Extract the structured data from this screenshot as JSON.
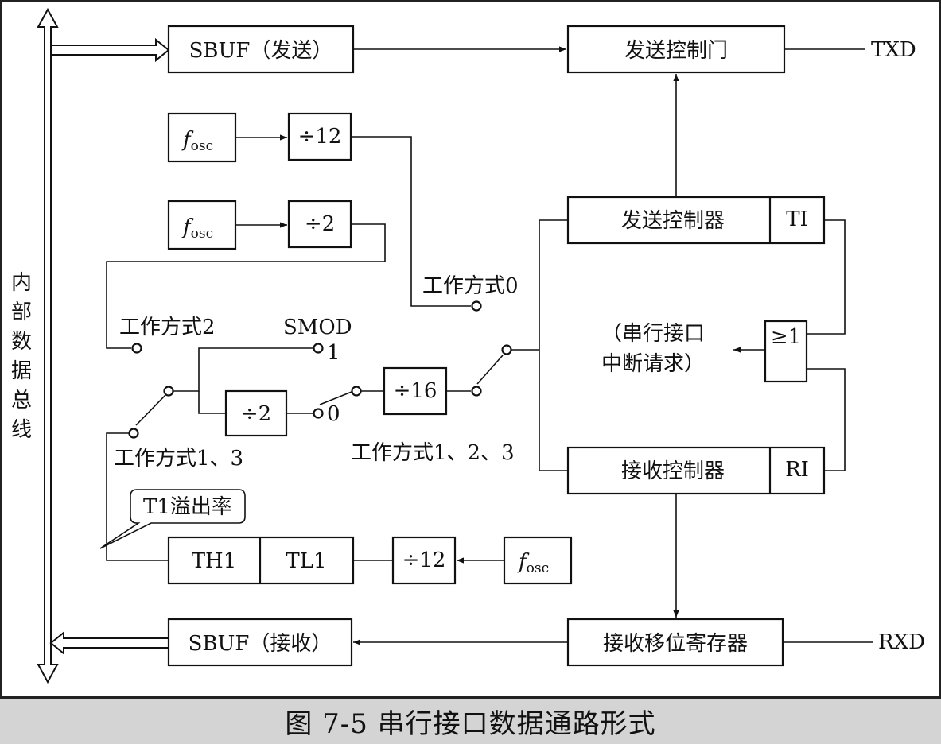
{
  "diagram": {
    "bus_label_chars": [
      "内",
      "部",
      "数",
      "据",
      "总",
      "线"
    ],
    "sbuf_tx": "SBUF（发送）",
    "tx_gate": "发送控制门",
    "txd": "TXD",
    "fosc_f": "f",
    "fosc_sub": "osc",
    "div12": "÷12",
    "div2": "÷2",
    "div16": "÷16",
    "tx_ctrl": "发送控制器",
    "ti": "TI",
    "rx_ctrl": "接收控制器",
    "ri": "RI",
    "mode0": "工作方式0",
    "mode2": "工作方式2",
    "smod": "SMOD",
    "smod_1": "1",
    "smod_0": "0",
    "mode13": "工作方式1、3",
    "mode123": "工作方式1、2、3",
    "or_gate": "≥1",
    "irq_line1": "（串行接口",
    "irq_line2": "中断请求）",
    "t1_overflow": "T1溢出率",
    "th1": "TH1",
    "tl1": "TL1",
    "sbuf_rx": "SBUF（接收）",
    "rx_shift": "接收移位寄存器",
    "rxd": "RXD"
  },
  "caption": "图 7-5    串行接口数据通路形式"
}
